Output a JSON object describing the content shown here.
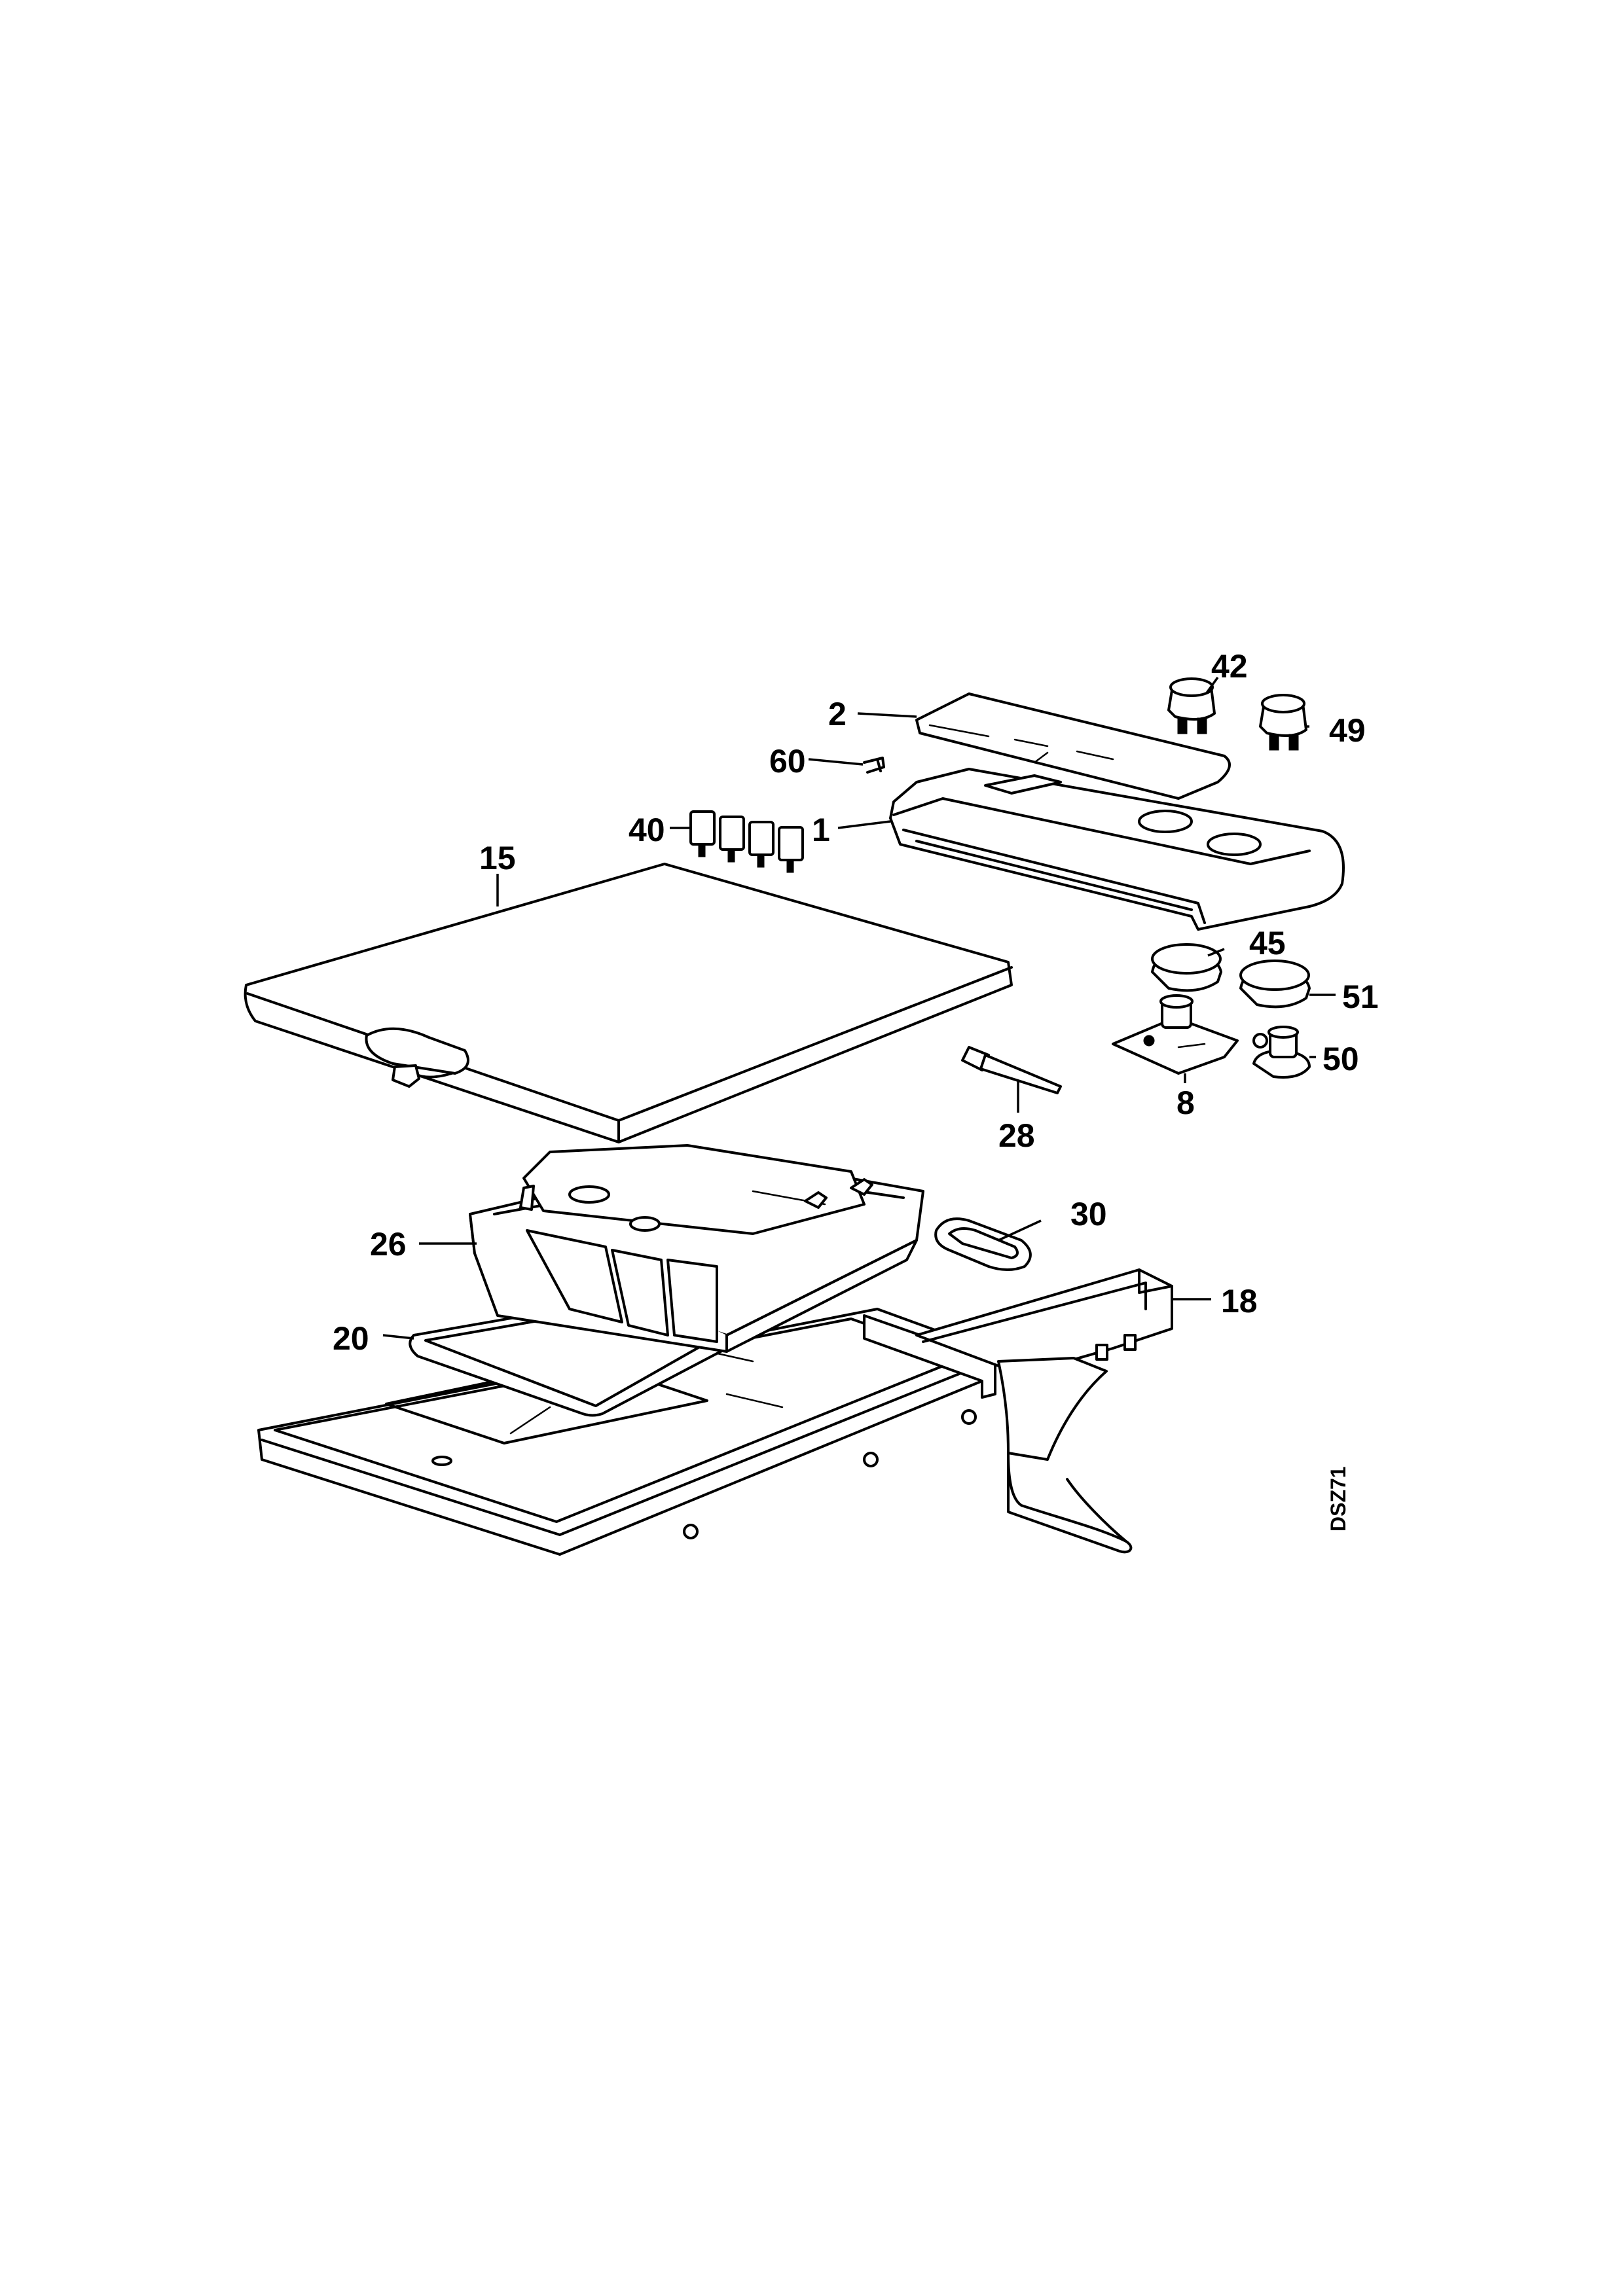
{
  "diagram": {
    "drawing_code": "DSZ71",
    "callouts": {
      "c42": "42",
      "c2": "2",
      "c49": "49",
      "c60": "60",
      "c40": "40",
      "c1": "1",
      "c15": "15",
      "c45": "45",
      "c51": "51",
      "c50": "50",
      "c8": "8",
      "c28": "28",
      "c30": "30",
      "c26": "26",
      "c18": "18",
      "c20": "20"
    }
  }
}
